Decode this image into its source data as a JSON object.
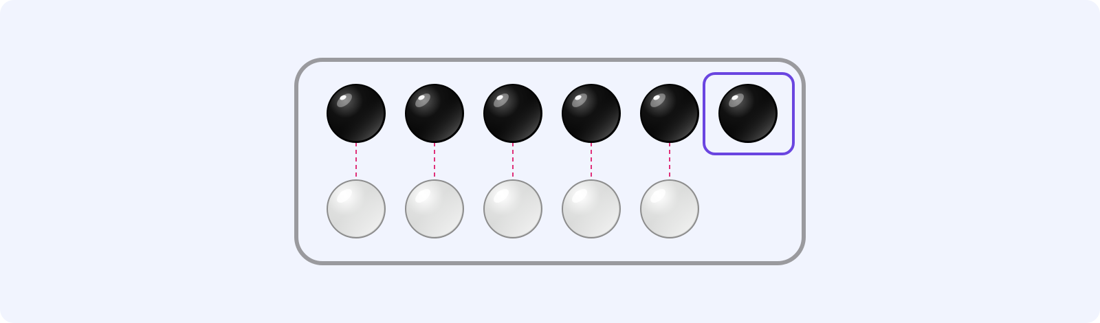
{
  "colors": {
    "background": "#f1f4fe",
    "frame_border": "#9a9a9e",
    "highlight_border": "#6a45e0",
    "connector": "#e0307a",
    "black_counter": "#000000",
    "white_counter": "#dcdddc"
  },
  "icons": {
    "black_counter": "black-counter-icon",
    "white_counter": "white-counter-icon"
  },
  "diagram": {
    "top_row": {
      "color": "black",
      "count": 6
    },
    "bottom_row": {
      "color": "white",
      "count": 5
    },
    "paired_count": 5,
    "unpaired_count": 1,
    "highlighted_counter_index": 5
  }
}
